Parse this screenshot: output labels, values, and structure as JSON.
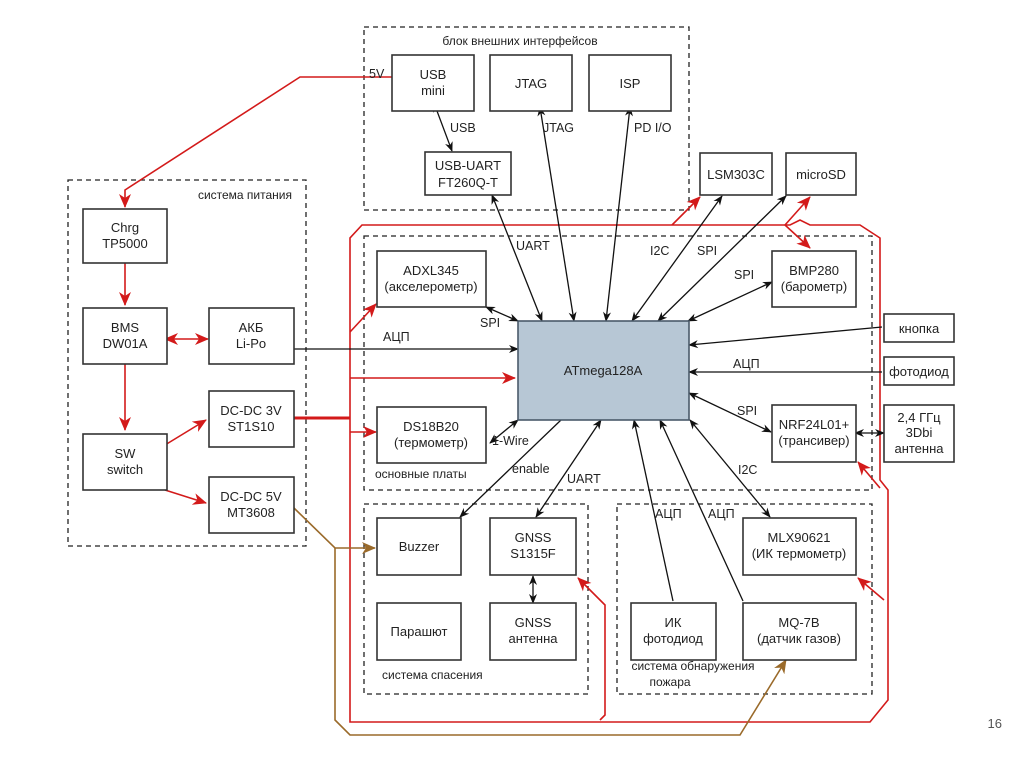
{
  "slide": {
    "page_number": "16"
  },
  "groups": {
    "external": "блок внешних интерфейсов",
    "power": "система питания",
    "main_boards": "основные платы",
    "rescue": "система спасения",
    "fire_line1": "система обнаружения",
    "fire_line2": "пожара"
  },
  "blocks": {
    "usb_mini": [
      "USB",
      "mini"
    ],
    "jtag": [
      "JTAG"
    ],
    "isp": [
      "ISP"
    ],
    "usb_uart": [
      "USB-UART",
      "FT260Q-T"
    ],
    "chrg": [
      "Chrg",
      "TP5000"
    ],
    "bms": [
      "BMS",
      "DW01A"
    ],
    "akb": [
      "АКБ",
      "Li-Po"
    ],
    "sw": [
      "SW",
      "switch"
    ],
    "dcdc3": [
      "DC-DC 3V",
      "ST1S10"
    ],
    "dcdc5": [
      "DC-DC 5V",
      "MT3608"
    ],
    "lsm": [
      "LSM303C"
    ],
    "microsd": [
      "microSD"
    ],
    "adxl": [
      "ADXL345",
      "(акселерометр)"
    ],
    "ds18": [
      "DS18B20",
      "(термометр)"
    ],
    "mcu": [
      "ATmega128A"
    ],
    "bmp": [
      "BMP280",
      "(барометр)"
    ],
    "button": [
      "кнопка"
    ],
    "photodiode": [
      "фотодиод"
    ],
    "nrf": [
      "NRF24L01+",
      "(трансивер)"
    ],
    "antenna": [
      "2,4 ГГц",
      "3Dbi",
      "антенна"
    ],
    "buzzer": [
      "Buzzer"
    ],
    "gnss": [
      "GNSS",
      "S1315F"
    ],
    "parachute": [
      "Парашют"
    ],
    "gnss_ant": [
      "GNSS",
      "антенна"
    ],
    "ir_photodiode": [
      "ИК",
      "фотодиод"
    ],
    "mlx": [
      "MLX90621",
      "(ИК термометр)"
    ],
    "mq7": [
      "MQ-7B",
      "(датчик газов)"
    ]
  },
  "edge_labels": {
    "v5": "5V",
    "usb": "USB",
    "jtag": "JTAG",
    "pdio": "PD I/O",
    "uart_top": "UART",
    "i2c_top": "I2C",
    "spi_top": "SPI",
    "spi_bmp": "SPI",
    "spi_adxl": "SPI",
    "adc_akb": "АЦП",
    "adc_photo": "АЦП",
    "spi_nrf": "SPI",
    "onewire": "1-Wire",
    "enable": "enable",
    "uart_bottom": "UART",
    "adc_ir": "АЦП",
    "adc_mq": "АЦП",
    "i2c_bottom": "I2C"
  }
}
